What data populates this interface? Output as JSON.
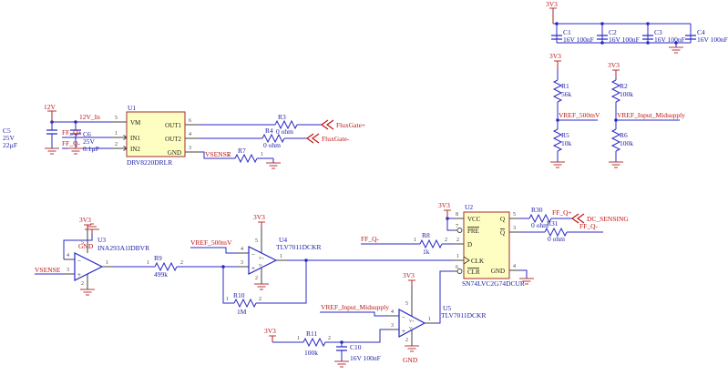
{
  "schematic": {
    "power": {
      "v12": "12V",
      "v3v3": "3V3",
      "gnd": "GND"
    },
    "nets": {
      "v12_in": "12V_In",
      "ff_q_plus": "FF_Q+",
      "ff_q_minus": "FF_Q-",
      "vsense": "VSENSE",
      "vref_500mv": "VREF_500mV",
      "vref_input_midsupply": "VREF_Input_Midsupply"
    },
    "ports": {
      "fluxgate_plus": "FluxGate+",
      "fluxgate_minus": "FluxGate-",
      "dc_sensing": "DC_SENSING"
    },
    "marks": {
      "minus": "−",
      "plus": "+",
      "vplus": "V+",
      "vminus": "V-"
    },
    "components": {
      "u1": {
        "ref": "U1",
        "part": "DRV8220DRLR",
        "pin_vm": "VM",
        "pin_in1": "IN1",
        "pin_in2": "IN2",
        "pin_out1": "OUT1",
        "pin_out2": "OUT2",
        "pin_gnd": "GND",
        "num_vm": "5",
        "num_in1": "1",
        "num_in2": "2",
        "num_out1": "6",
        "num_out2": "4",
        "num_gnd": "3"
      },
      "u2": {
        "ref": "U2",
        "part": "SN74LVC2G74DCUR",
        "pin_vcc": "VCC",
        "pin_pre": "PRE",
        "pin_d": "D",
        "pin_clk": "CLK",
        "pin_clr": "CLR",
        "pin_q": "Q",
        "pin_qbar": "Q",
        "pin_gnd": "GND",
        "num_vcc": "8",
        "num_pre": "7",
        "num_d": "2",
        "num_clk": "1",
        "num_clr": "6",
        "num_q": "5",
        "num_qbar": "3",
        "num_gnd": "4"
      },
      "u3": {
        "ref": "U3",
        "part": "INA293A1IDBVR",
        "num_out": "1",
        "num_inp": "3",
        "num_inm": "4",
        "num_vs": "5",
        "num_gnd": "2"
      },
      "u4": {
        "ref": "U4",
        "part": "TLV7011DCKR",
        "num_out": "1",
        "num_inp": "3",
        "num_inm": "4",
        "num_vs": "5",
        "num_gnd": "2"
      },
      "u5": {
        "ref": "U5",
        "part": "TLV7011DCKR",
        "num_out": "1",
        "num_inp": "3",
        "num_inm": "4",
        "num_vs": "5",
        "num_gnd": "2"
      },
      "r1": {
        "ref": "R1",
        "value": "56k"
      },
      "r2": {
        "ref": "R2",
        "value": "100k"
      },
      "r3": {
        "ref": "R3",
        "value": "0 ohm"
      },
      "r4": {
        "ref": "R4",
        "value": "0 ohm"
      },
      "r5": {
        "ref": "R5",
        "value": "10k"
      },
      "r6": {
        "ref": "R6",
        "value": "100k"
      },
      "r7": {
        "ref": "R7",
        "pin1": "1",
        "pin2": "2"
      },
      "r8": {
        "ref": "R8",
        "value": "1k",
        "pin1": "1",
        "pin2": "2"
      },
      "r9": {
        "ref": "R9",
        "value": "499k",
        "pin1": "1",
        "pin2": "2"
      },
      "r10": {
        "ref": "R10",
        "value": "1M",
        "pin1": "1",
        "pin2": "2"
      },
      "r11": {
        "ref": "R11",
        "value": "100k",
        "pin1": "1",
        "pin2": "2"
      },
      "r30": {
        "ref": "R30",
        "value": "0 ohm"
      },
      "r31": {
        "ref": "R31",
        "value": "0 ohm"
      },
      "c1": {
        "ref": "C1",
        "value": "16V 100nF"
      },
      "c2": {
        "ref": "C2",
        "value": "16V 100nF"
      },
      "c3": {
        "ref": "C3",
        "value": "16V 100nF"
      },
      "c4": {
        "ref": "C4",
        "value": "16V 100nF"
      },
      "c5": {
        "ref": "C5",
        "rating": "25V",
        "value": "22µF"
      },
      "c6": {
        "ref": "C6",
        "rating": "25V",
        "value": "0.1µF"
      },
      "c10": {
        "ref": "C10",
        "value": "16V 100nF"
      }
    },
    "colors": {
      "wire": "#2a2ac4",
      "body_fill": "#fffec2",
      "body_border": "#9c3030",
      "net_red": "#c01414",
      "text_blue": "#2020aa",
      "symbol_red": "#b43838"
    }
  }
}
